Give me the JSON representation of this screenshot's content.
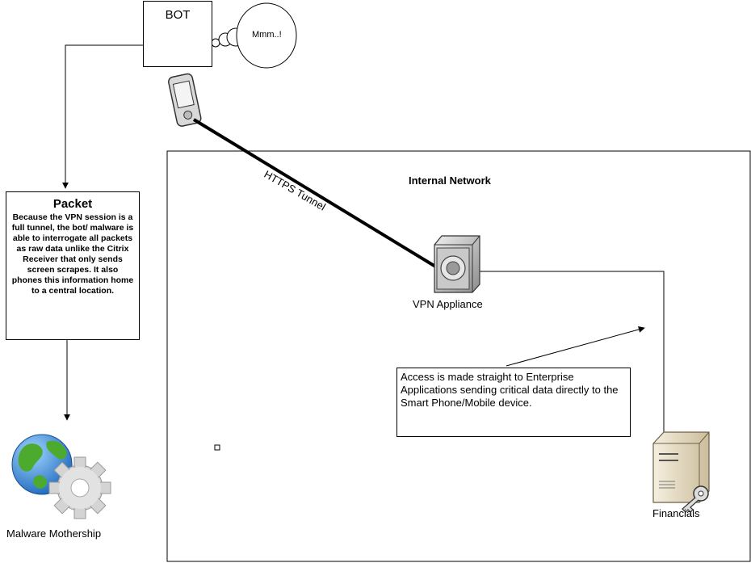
{
  "bot": {
    "label": "BOT",
    "thought": "Mmm..!"
  },
  "packet": {
    "title": "Packet",
    "body": "Because the VPN session is a full tunnel, the bot/ malware is able to interrogate all packets as raw data unlike the Citrix Receiver that only sends screen scrapes.  It also phones this information home to a central location."
  },
  "tunnel_label": "HTTPS Tunnel",
  "network": {
    "title": "Internal Network"
  },
  "vpn": {
    "label": "VPN Appliance"
  },
  "access_note": "Access is made straight to Enterprise Applications sending critical data directly to the Smart Phone/Mobile device.",
  "financials": {
    "label": "Financials"
  },
  "malware": {
    "label": "Malware Mothership"
  },
  "icons": [
    "gears-icon",
    "smartphone-icon",
    "vpn-appliance-icon",
    "server-icon",
    "key-icon",
    "globe-icon",
    "gear-icon"
  ]
}
